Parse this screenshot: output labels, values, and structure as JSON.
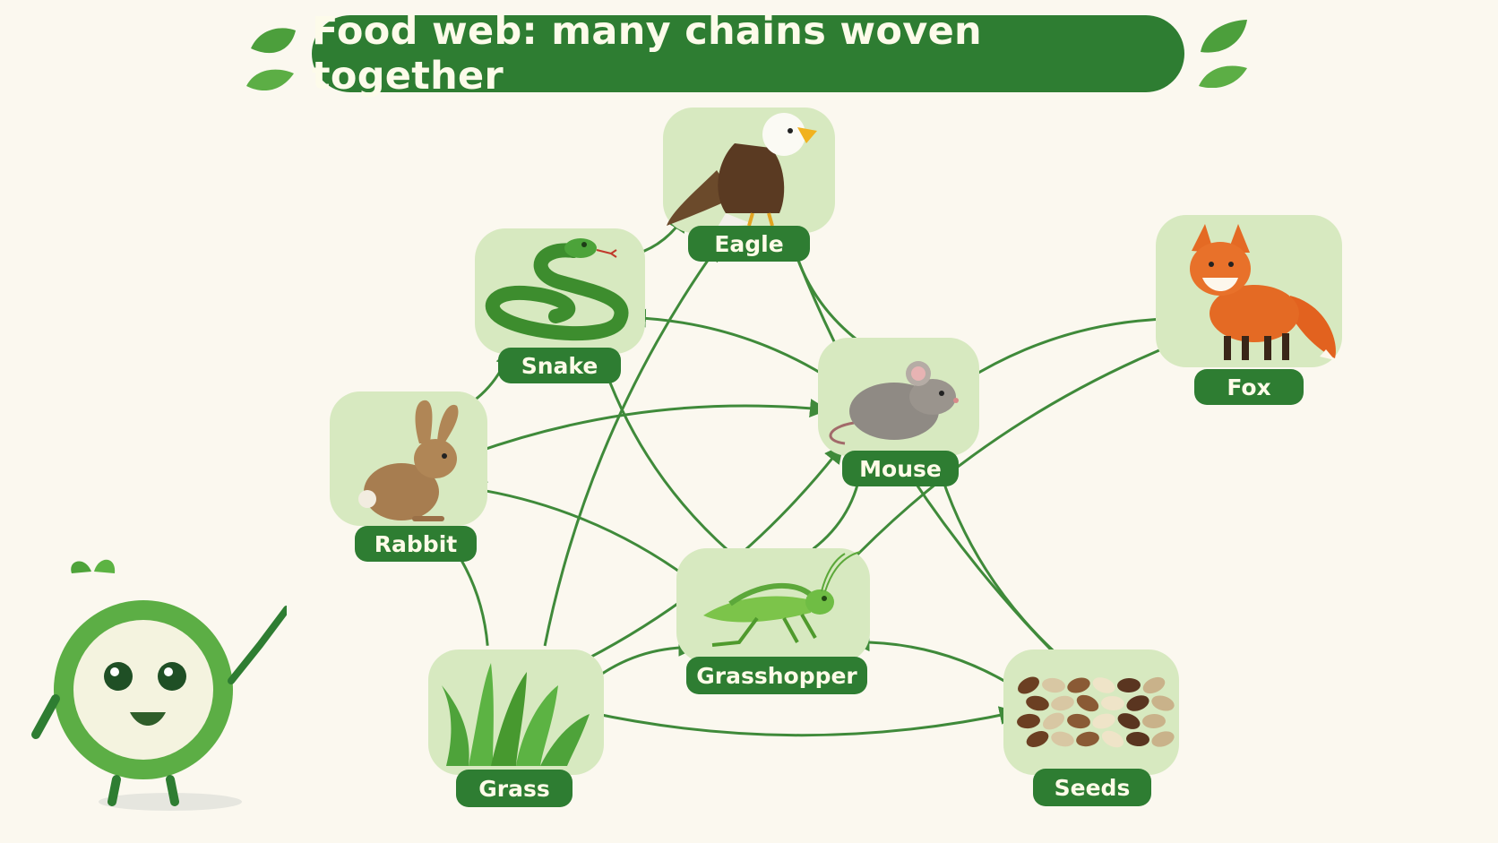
{
  "title": "Food web: many chains woven together",
  "colors": {
    "background": "#fbf8ef",
    "title_fill": "#2e7d32",
    "node_bg": "#d7e9c0",
    "label_fill": "#2e7d32",
    "arrow": "#3f8a3a"
  },
  "organisms": {
    "eagle": "Eagle",
    "snake": "Snake",
    "fox": "Fox",
    "rabbit": "Rabbit",
    "mouse": "Mouse",
    "grasshopper": "Grasshopper",
    "grass": "Grass",
    "seeds": "Seeds"
  },
  "links": [
    {
      "from": "grass",
      "to": "rabbit"
    },
    {
      "from": "grass",
      "to": "grasshopper"
    },
    {
      "from": "grass",
      "to": "mouse"
    },
    {
      "from": "grass",
      "to": "eagle"
    },
    {
      "from": "grass",
      "to": "seeds"
    },
    {
      "from": "seeds",
      "to": "mouse"
    },
    {
      "from": "seeds",
      "to": "grasshopper"
    },
    {
      "from": "seeds",
      "to": "eagle"
    },
    {
      "from": "grasshopper",
      "to": "mouse"
    },
    {
      "from": "grasshopper",
      "to": "snake"
    },
    {
      "from": "grasshopper",
      "to": "rabbit"
    },
    {
      "from": "grasshopper",
      "to": "fox"
    },
    {
      "from": "rabbit",
      "to": "snake"
    },
    {
      "from": "rabbit",
      "to": "mouse"
    },
    {
      "from": "snake",
      "to": "eagle"
    },
    {
      "from": "mouse",
      "to": "eagle"
    },
    {
      "from": "mouse",
      "to": "snake"
    },
    {
      "from": "mouse",
      "to": "fox"
    }
  ]
}
